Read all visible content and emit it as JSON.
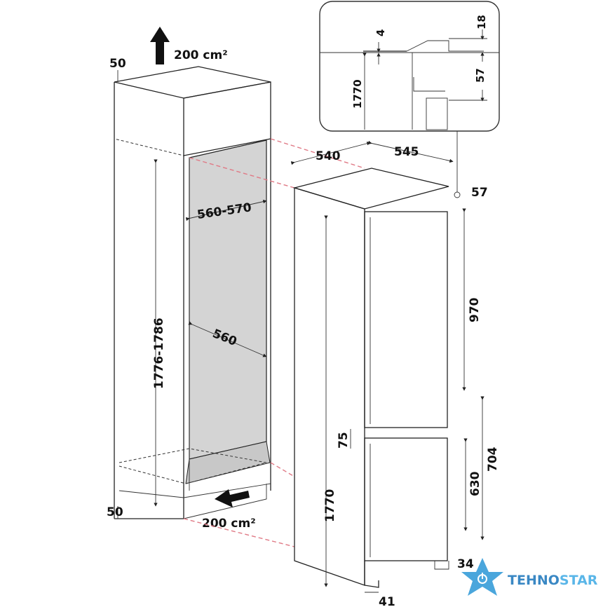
{
  "diagram": {
    "niche": {
      "top_clearance": "50",
      "top_vent": "200 cm²",
      "bottom_clearance": "50",
      "bottom_vent": "200 cm²",
      "height": "1776-1786",
      "width": "560-570",
      "depth": "560"
    },
    "appliance": {
      "depth": "540",
      "width": "545",
      "top_offset": "57",
      "upper_door": "970",
      "door_gap": "75",
      "total_height": "1770",
      "lower_section": "704",
      "lower_door": "630",
      "bottom_offset": "34",
      "plinth_depth": "41"
    },
    "detail_inset": {
      "gap": "4",
      "top_thickness": "18",
      "offset": "57",
      "height": "1770"
    },
    "colors": {
      "niche_fill": "#d4d4d4",
      "guide_lines": "#e07a86",
      "logo_dark": "#3a88c4",
      "logo_light": "#5ab6e8"
    }
  },
  "watermark": {
    "brand_part1": "TEHNO",
    "brand_part2": "STAR"
  }
}
